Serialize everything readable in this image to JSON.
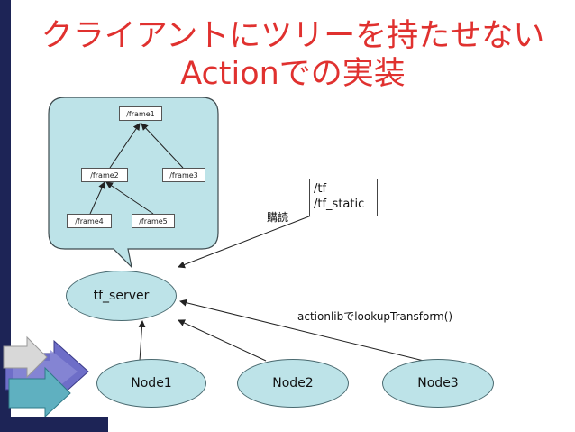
{
  "title": {
    "line1": "クライアントにツリーを持たせない",
    "line2": "Actionでの実装"
  },
  "tree": {
    "frame1": "/frame1",
    "frame2": "/frame2",
    "frame3": "/frame3",
    "frame4": "/frame4",
    "frame5": "/frame5"
  },
  "tf_topics": {
    "line1": "/tf",
    "line2": "/tf_static"
  },
  "subscribe_label": "購読",
  "server_label": "tf_server",
  "action_label": "actionlibでlookupTransform()",
  "nodes": [
    "Node1",
    "Node2",
    "Node3"
  ],
  "colors": {
    "title": "#e0312f",
    "bubble": "#bde3e8",
    "sidebar": "#1d2456"
  }
}
